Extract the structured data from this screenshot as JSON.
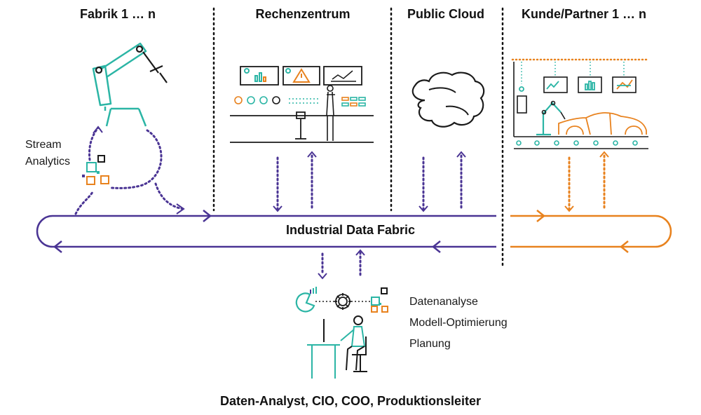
{
  "columns": {
    "fabrik": "Fabrik 1 … n",
    "rechenzentrum": "Rechenzentrum",
    "public_cloud": "Public Cloud",
    "kunde": "Kunde/Partner 1 … n"
  },
  "stream_analytics": [
    "Stream",
    "Analytics"
  ],
  "fabric_label": "Industrial Data Fabric",
  "tasks": [
    "Datenanalyse",
    "Modell-Optimierung",
    "Planung"
  ],
  "roles_label": "Daten-Analyst, CIO, COO, Produktionsleiter",
  "colors": {
    "purple": "#4a3494",
    "orange": "#e8821e",
    "teal": "#2bb5a5",
    "dark": "#1a1a1a"
  },
  "icons": [
    "robot-arm-icon",
    "control-room-icon",
    "warning-icon",
    "cloud-icon",
    "car-assembly-icon",
    "analyst-workstation-icon",
    "gear-icon",
    "pie-chart-icon"
  ]
}
